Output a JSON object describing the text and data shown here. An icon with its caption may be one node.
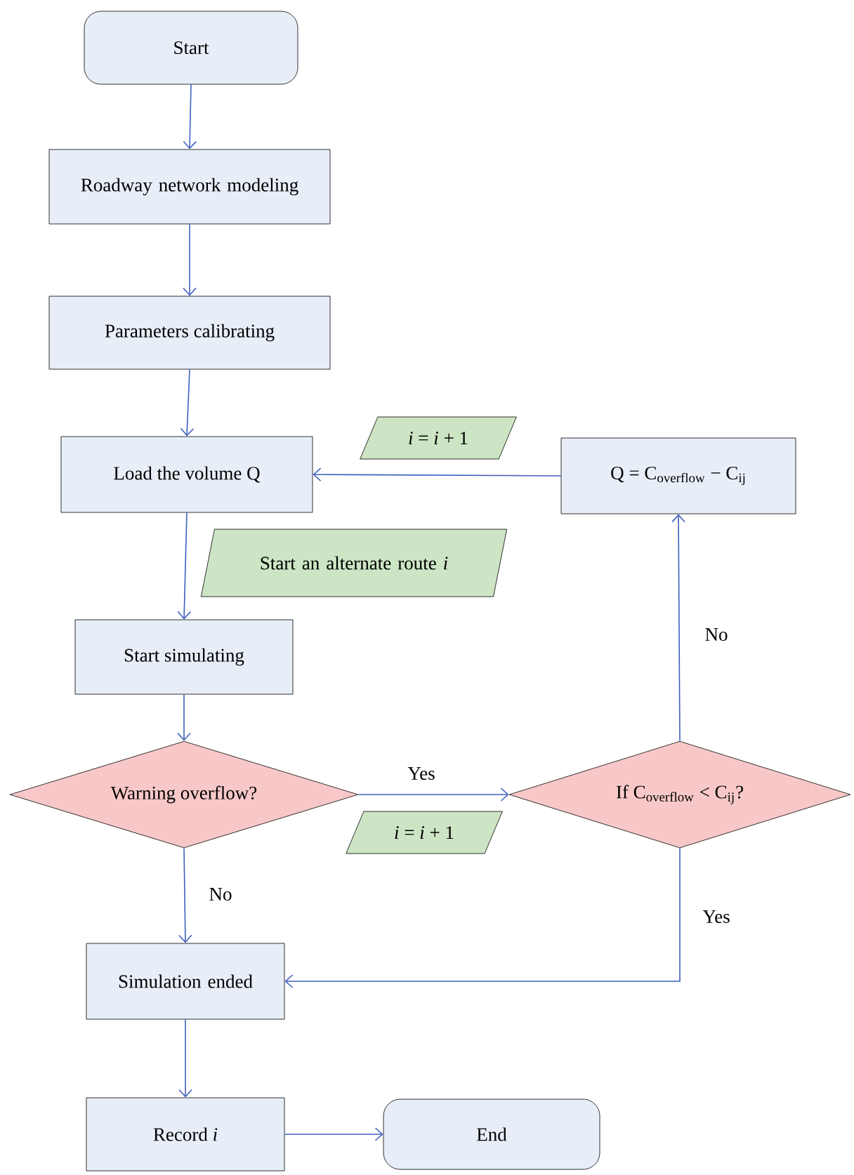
{
  "diagram": {
    "nodes": [
      {
        "text": [
          "Start"
        ]
      },
      {
        "text": [
          "Roadway network modeling"
        ]
      },
      {
        "text": [
          "Parameters calibrating"
        ]
      },
      {
        "text": [
          "*i* = *i* + 1"
        ]
      },
      {
        "text": [
          "Load the volume Q"
        ]
      },
      {
        "text": [
          "Q = C$_{overflow}$ − C$_{ij}$"
        ]
      },
      {
        "text": [
          "Start an alternate route *i*"
        ]
      },
      {
        "text": [
          "Start simulating"
        ]
      },
      {
        "text": [
          "Warning overflow?"
        ]
      },
      {
        "text": [
          "If C$_{overflow}$ < C$_{ij}$?"
        ]
      },
      {
        "text": [
          "*i* = *i* + 1"
        ]
      },
      {
        "text": [
          "Simulation ended"
        ]
      },
      {
        "text": [
          "Record *i*"
        ]
      },
      {
        "text": [
          "End"
        ]
      }
    ],
    "edges": [
      {
        "from": 0,
        "to": 1,
        "arrow": "to"
      },
      {
        "from": 1,
        "to": 2,
        "arrow": "to"
      },
      {
        "from": 2,
        "to": 4,
        "arrow": "to"
      },
      {
        "from": 5,
        "to": 4,
        "arrow": "to"
      },
      {
        "from": 4,
        "to": 7,
        "arrow": "to"
      },
      {
        "from": 7,
        "to": 8,
        "arrow": "to"
      },
      {
        "from": 8,
        "to": 9,
        "arrow": "to",
        "label": "Yes"
      },
      {
        "from": 9,
        "to": 5,
        "arrow": "to",
        "label": "No"
      },
      {
        "from": 8,
        "to": 11,
        "arrow": "to",
        "label": "No"
      },
      {
        "from": 9,
        "to": 11,
        "arrow": "to",
        "label": "Yes"
      },
      {
        "from": 11,
        "to": 12,
        "arrow": "to"
      },
      {
        "from": 12,
        "to": 13,
        "arrow": "to"
      }
    ]
  }
}
